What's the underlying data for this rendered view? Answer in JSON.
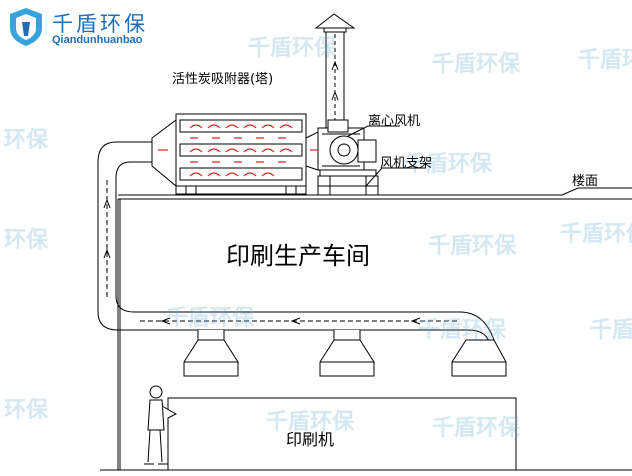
{
  "brand": {
    "name_cn": "千盾环保",
    "name_en": "Qiandunhuanbao",
    "colors": {
      "primary": "#1f6fb8",
      "accent": "#37a3dc"
    }
  },
  "watermarks": [
    "千盾环保",
    "千盾环保",
    "千盾环保",
    "千盾环保",
    "环保",
    "千盾环保",
    "千盾环保",
    "环保",
    "千盾环保",
    "千盾环保",
    "千盾环保",
    "千盾环保",
    "环保",
    "千盾环保"
  ],
  "labels": {
    "adsorber": "活性炭吸附器(塔)",
    "fan": "离心风机",
    "fan_support": "风机支架",
    "floor": "楼面",
    "workshop": "印刷生产车间",
    "press": "印刷机"
  },
  "colors": {
    "line": "#000000",
    "airflow": "#e02020",
    "watermark": "#6eb4d7"
  }
}
